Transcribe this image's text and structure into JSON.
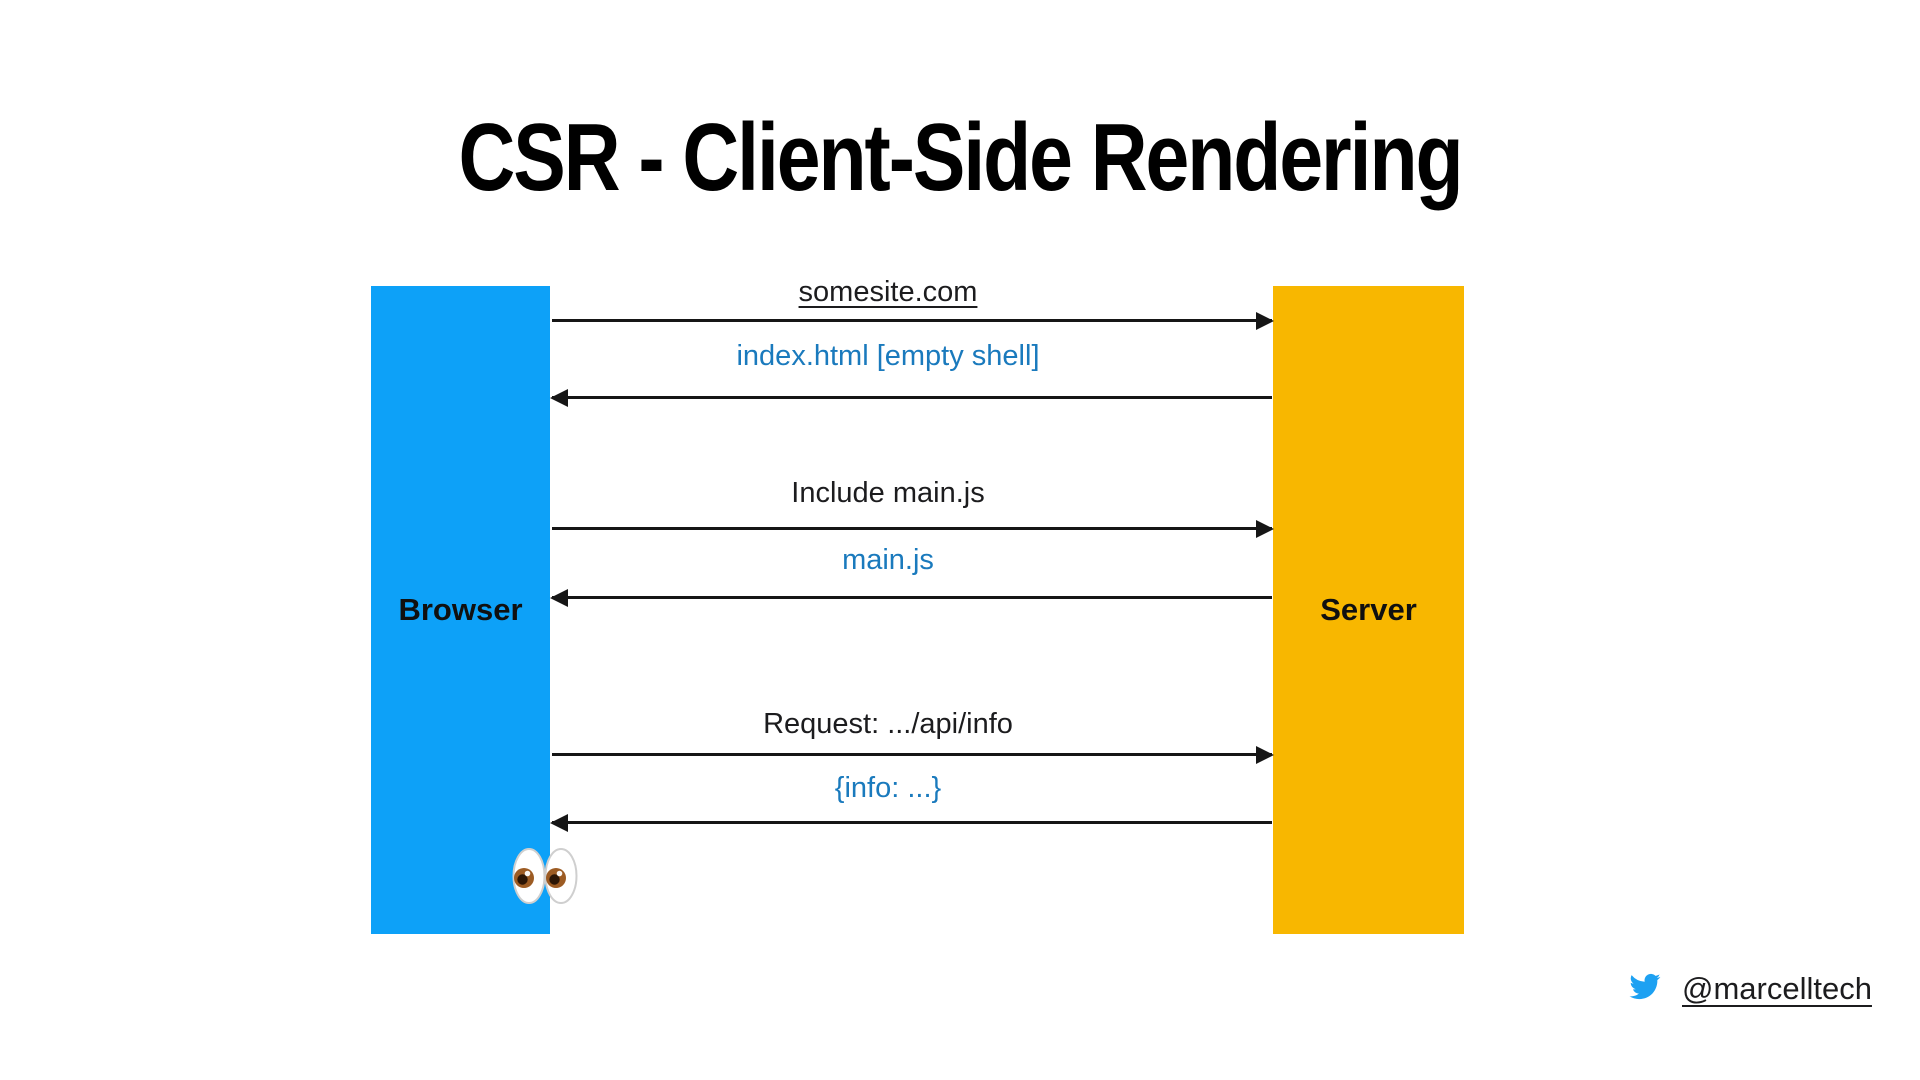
{
  "title": "CSR - Client-Side Rendering",
  "colors": {
    "browser_box": "#0DA1F8",
    "server_box": "#F8B700",
    "response_text": "#1A7ABD",
    "twitter_blue": "#1DA1F2",
    "line_color": "#161616",
    "text_color": "#1C1C1E"
  },
  "diagram": {
    "actors": [
      {
        "name": "Browser"
      },
      {
        "name": "Server"
      }
    ],
    "messages": [
      {
        "label": "somesite.com",
        "direction": "right",
        "kind": "request",
        "underlined": true
      },
      {
        "label": "index.html [empty shell]",
        "direction": "left",
        "kind": "response",
        "underlined": false
      },
      {
        "label": "Include main.js",
        "direction": "right",
        "kind": "request",
        "underlined": false
      },
      {
        "label": "main.js",
        "direction": "left",
        "kind": "response",
        "underlined": false
      },
      {
        "label": "Request: .../api/info",
        "direction": "right",
        "kind": "request",
        "underlined": false
      },
      {
        "label": "{info: ...}",
        "direction": "left",
        "kind": "response",
        "underlined": false
      }
    ],
    "eyes_emoji": "👀"
  },
  "footer": {
    "twitter_handle": "@marcelltech",
    "icon": "twitter-icon"
  }
}
